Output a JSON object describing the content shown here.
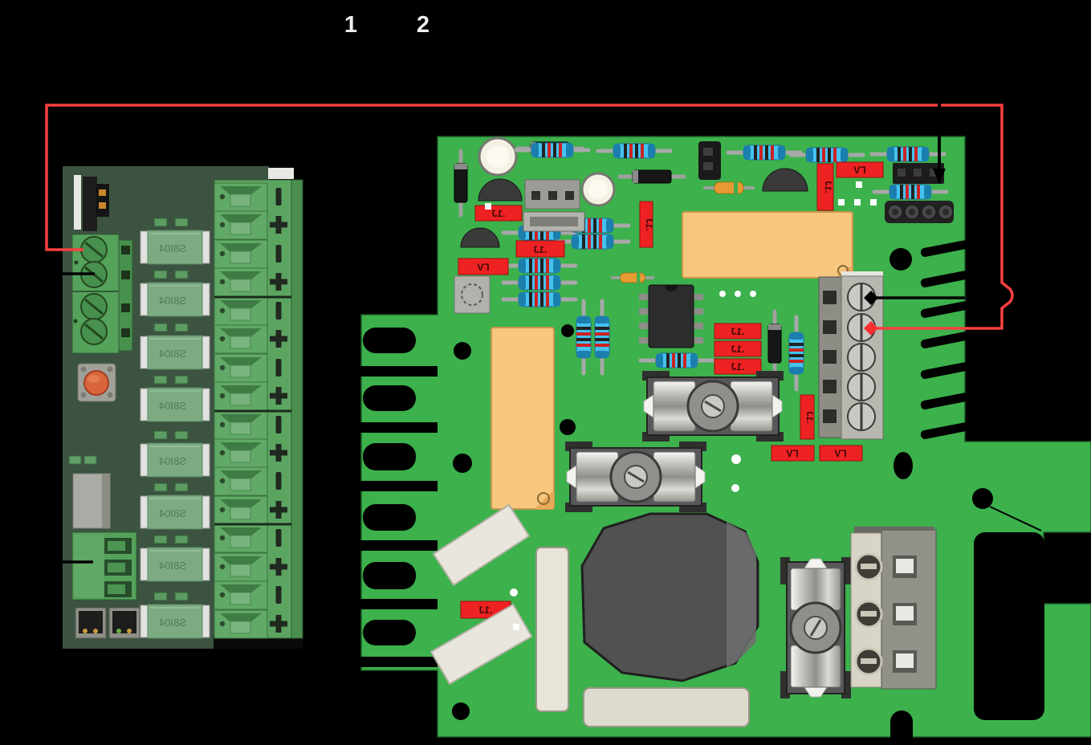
{
  "figure": {
    "background": "#000000",
    "callout_labels": {
      "label_1": "1",
      "label_2": "2"
    },
    "wires": {
      "red_color": "#f84040",
      "black_color": "#000000"
    }
  },
  "left_board": {
    "pcb_color": "#3b5340",
    "relay_count": 8,
    "relay_label": "S8I04",
    "terminal_symbols": [
      "-",
      "+",
      "-",
      "+",
      "-",
      "+",
      "-",
      "+",
      "-",
      "+",
      "-",
      "+",
      "-",
      "+",
      "-",
      "+"
    ]
  },
  "right_board": {
    "pcb_color": "#3cb14c",
    "red_component_label": ".1J",
    "red_component_label_alt": "ΓV"
  }
}
